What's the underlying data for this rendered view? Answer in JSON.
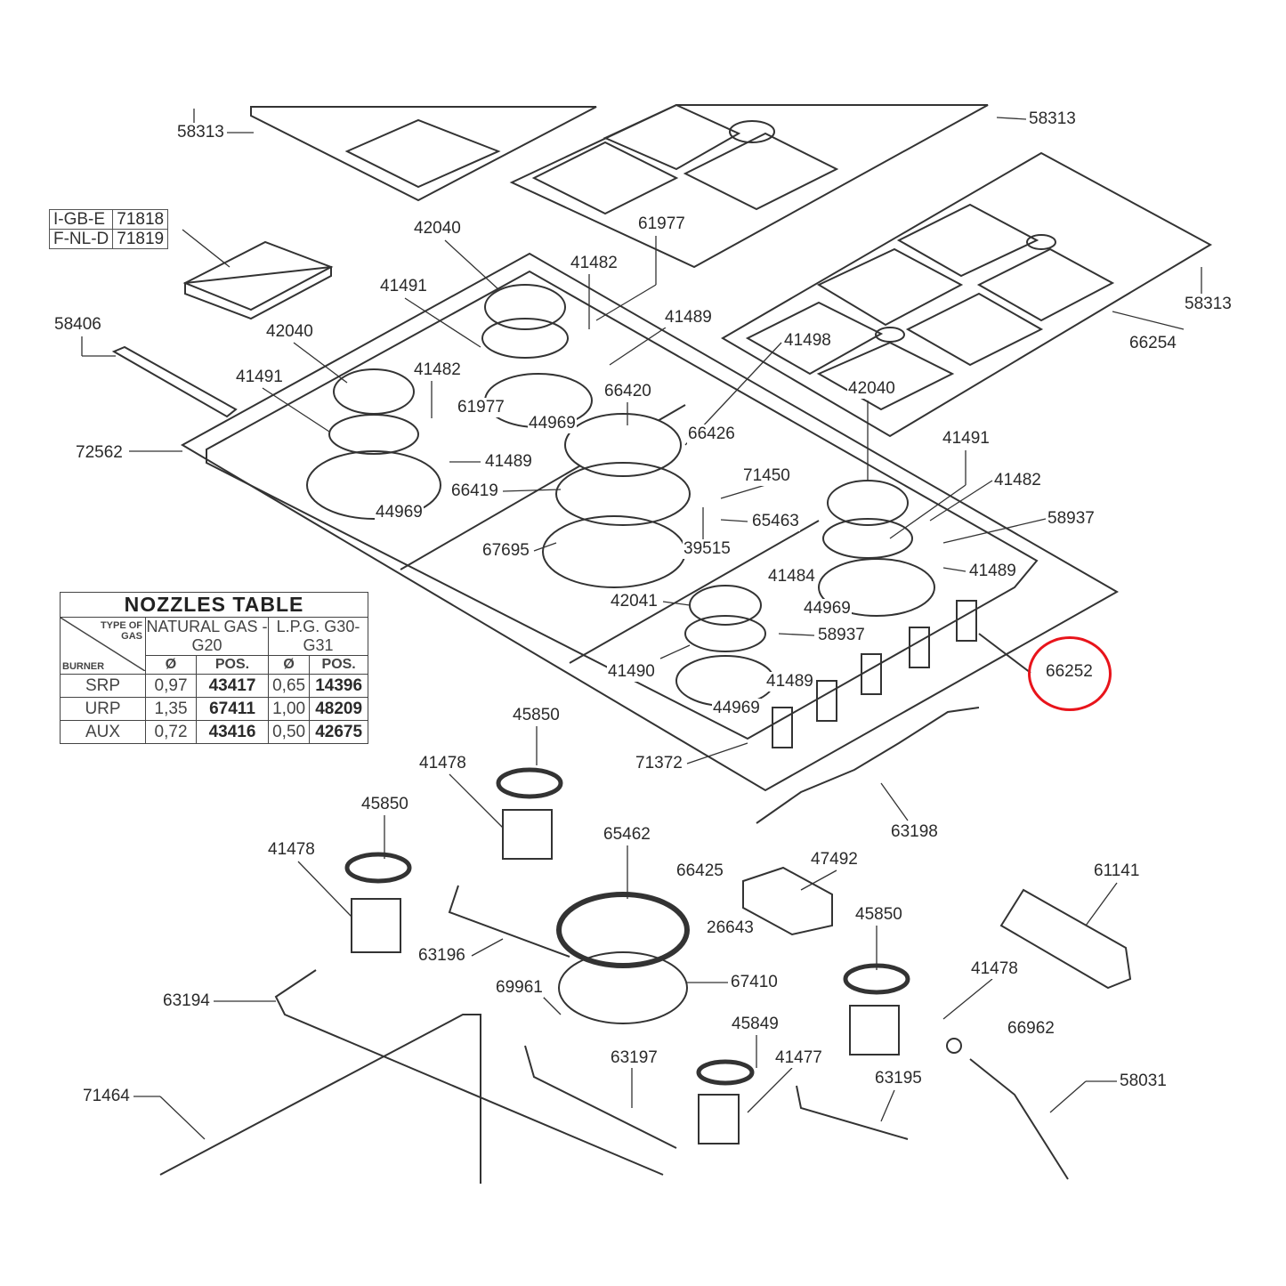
{
  "manual": {
    "rows": [
      {
        "lang": "I-GB-E",
        "code": "71818"
      },
      {
        "lang": "F-NL-D",
        "code": "71819"
      }
    ]
  },
  "nozzles_table": {
    "title": "NOZZLES TABLE",
    "type_of_gas": "TYPE OF GAS",
    "burner": "BURNER",
    "gas1": "NATURAL GAS - G20",
    "gas2": "L.P.G. G30-G31",
    "dia": "Ø",
    "pos": "POS.",
    "rows": [
      {
        "burner": "SRP",
        "d1": "0,97",
        "p1": "43417",
        "d2": "0,65",
        "p2": "14396"
      },
      {
        "burner": "URP",
        "d1": "1,35",
        "p1": "67411",
        "d2": "1,00",
        "p2": "48209"
      },
      {
        "burner": "AUX",
        "d1": "0,72",
        "p1": "43416",
        "d2": "0,50",
        "p2": "42675"
      }
    ]
  },
  "highlight": {
    "part": "66252",
    "color": "#e8141b"
  },
  "labels": [
    "58313",
    "58313",
    "61977",
    "42040",
    "41482",
    "41491",
    "41489",
    "58406",
    "42040",
    "41498",
    "58313",
    "66254",
    "41482",
    "41491",
    "66420",
    "42040",
    "61977",
    "44969",
    "66426",
    "41491",
    "72562",
    "41489",
    "71450",
    "41482",
    "66419",
    "44969",
    "65463",
    "58937",
    "67695",
    "39515",
    "41484",
    "41489",
    "42041",
    "44969",
    "58937",
    "41490",
    "66252",
    "41489",
    "45850",
    "44969",
    "71372",
    "41478",
    "45850",
    "63198",
    "65462",
    "41478",
    "66425",
    "47492",
    "61141",
    "45850",
    "26643",
    "63196",
    "41478",
    "69961",
    "67410",
    "63194",
    "45849",
    "66962",
    "63197",
    "41477",
    "63195",
    "58031",
    "71464"
  ]
}
